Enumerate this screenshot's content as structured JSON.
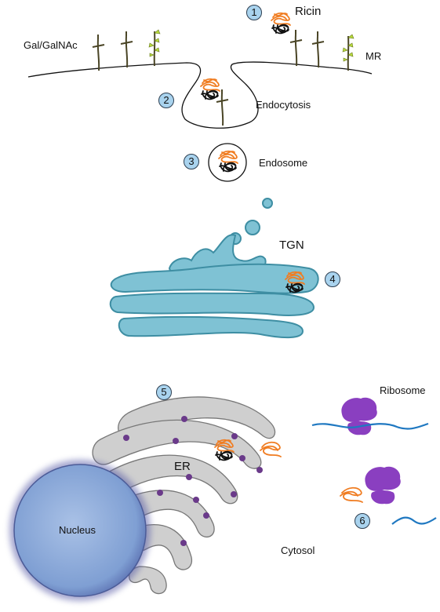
{
  "labels": {
    "ricin": "Ricin",
    "gal_galnac": "Gal/GalNAc",
    "mr": "MR",
    "endocytosis": "Endocytosis",
    "endosome": "Endosome",
    "tgn": "TGN",
    "ribosome": "Ribosome",
    "er": "ER",
    "nucleus": "Nucleus",
    "cytosol": "Cytosol"
  },
  "steps": [
    "1",
    "2",
    "3",
    "4",
    "5",
    "6"
  ],
  "colors": {
    "toxin_a_chain": "#f07d22",
    "toxin_b_chain": "#111111",
    "golgi_fill": "#7fc2d4",
    "er_fill": "#cfcfcf",
    "nucleus_fill": "#8aa8d8",
    "ribosome": "#8a3fc0",
    "mrna": "#1f78c1",
    "er_dots": "#6a3a8a",
    "receptor": "#4a4526",
    "receptor_leaf": "#b6d93c",
    "step_badge": "#a9d3ee"
  }
}
